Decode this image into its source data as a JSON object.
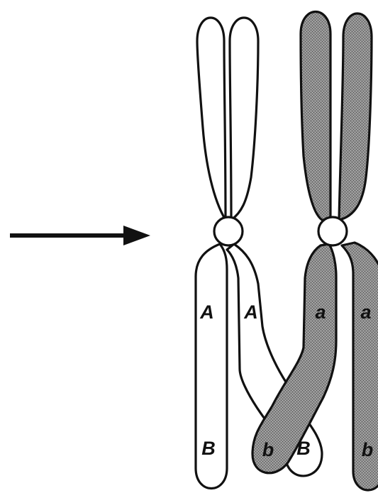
{
  "labels": {
    "white_chromatid_1_upper": "A",
    "white_chromatid_1_lower": "B",
    "white_chromatid_2_upper": "A",
    "white_chromatid_2_lower": "B",
    "gray_chromatid_1_upper": "a",
    "gray_chromatid_1_lower": "b",
    "gray_chromatid_2_upper": "a",
    "gray_chromatid_2_lower": "b"
  },
  "colors": {
    "outline": "#111111",
    "homolog_1_fill": "#ffffff",
    "homolog_2_fill": "#8a8a8a"
  }
}
